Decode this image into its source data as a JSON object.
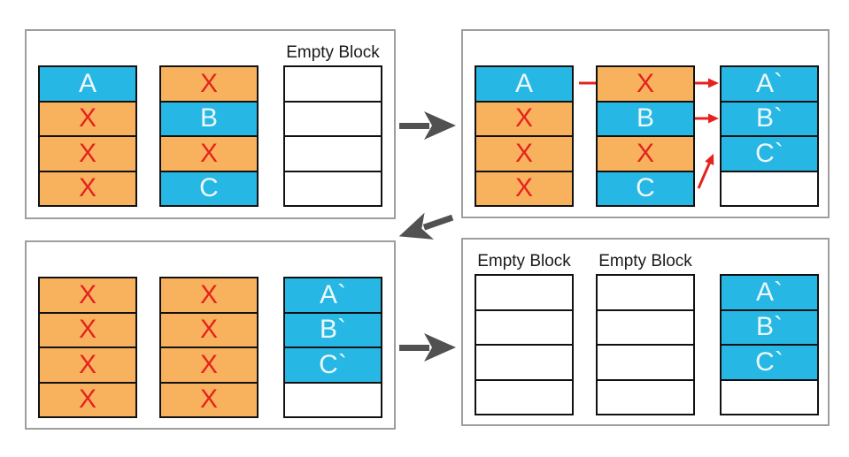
{
  "colors": {
    "valid_block": "#27b7e4",
    "invalid_block": "#f8b25e",
    "empty_cell": "#ffffff",
    "block_letter": "#edf8fb",
    "invalid_x": "#e5231e",
    "red_arrow": "#e5231e",
    "gray_arrow": "#515151",
    "panel_border": "#9e9e9e",
    "cell_border": "#111111"
  },
  "empty_block_label": "Empty Block",
  "panels": [
    {
      "name": "top-left",
      "columns": [
        {
          "label": "",
          "cells": [
            {
              "text": "A",
              "state": "valid"
            },
            {
              "text": "X",
              "state": "invalid"
            },
            {
              "text": "X",
              "state": "invalid"
            },
            {
              "text": "X",
              "state": "invalid"
            }
          ]
        },
        {
          "label": "",
          "cells": [
            {
              "text": "X",
              "state": "invalid"
            },
            {
              "text": "B",
              "state": "valid"
            },
            {
              "text": "X",
              "state": "invalid"
            },
            {
              "text": "C",
              "state": "valid"
            }
          ]
        },
        {
          "label": "Empty Block",
          "cells": [
            {
              "text": "",
              "state": "empty"
            },
            {
              "text": "",
              "state": "empty"
            },
            {
              "text": "",
              "state": "empty"
            },
            {
              "text": "",
              "state": "empty"
            }
          ]
        }
      ]
    },
    {
      "name": "top-right",
      "copy_arrows": [
        {
          "from": "A",
          "to": "A`"
        },
        {
          "from": "B",
          "to": "B`"
        },
        {
          "from": "C",
          "to": "C`"
        }
      ],
      "columns": [
        {
          "label": "",
          "cells": [
            {
              "text": "A",
              "state": "valid"
            },
            {
              "text": "X",
              "state": "invalid"
            },
            {
              "text": "X",
              "state": "invalid"
            },
            {
              "text": "X",
              "state": "invalid"
            }
          ]
        },
        {
          "label": "",
          "cells": [
            {
              "text": "X",
              "state": "invalid"
            },
            {
              "text": "B",
              "state": "valid"
            },
            {
              "text": "X",
              "state": "invalid"
            },
            {
              "text": "C",
              "state": "valid"
            }
          ]
        },
        {
          "label": "",
          "cells": [
            {
              "text": "A`",
              "state": "valid"
            },
            {
              "text": "B`",
              "state": "valid"
            },
            {
              "text": "C`",
              "state": "valid"
            },
            {
              "text": "",
              "state": "empty"
            }
          ]
        }
      ]
    },
    {
      "name": "bottom-left",
      "columns": [
        {
          "label": "",
          "cells": [
            {
              "text": "X",
              "state": "invalid"
            },
            {
              "text": "X",
              "state": "invalid"
            },
            {
              "text": "X",
              "state": "invalid"
            },
            {
              "text": "X",
              "state": "invalid"
            }
          ]
        },
        {
          "label": "",
          "cells": [
            {
              "text": "X",
              "state": "invalid"
            },
            {
              "text": "X",
              "state": "invalid"
            },
            {
              "text": "X",
              "state": "invalid"
            },
            {
              "text": "X",
              "state": "invalid"
            }
          ]
        },
        {
          "label": "",
          "cells": [
            {
              "text": "A`",
              "state": "valid"
            },
            {
              "text": "B`",
              "state": "valid"
            },
            {
              "text": "C`",
              "state": "valid"
            },
            {
              "text": "",
              "state": "empty"
            }
          ]
        }
      ]
    },
    {
      "name": "bottom-right",
      "columns": [
        {
          "label": "Empty Block",
          "cells": [
            {
              "text": "",
              "state": "empty"
            },
            {
              "text": "",
              "state": "empty"
            },
            {
              "text": "",
              "state": "empty"
            },
            {
              "text": "",
              "state": "empty"
            }
          ]
        },
        {
          "label": "Empty Block",
          "cells": [
            {
              "text": "",
              "state": "empty"
            },
            {
              "text": "",
              "state": "empty"
            },
            {
              "text": "",
              "state": "empty"
            },
            {
              "text": "",
              "state": "empty"
            }
          ]
        },
        {
          "label": "",
          "cells": [
            {
              "text": "A`",
              "state": "valid"
            },
            {
              "text": "B`",
              "state": "valid"
            },
            {
              "text": "C`",
              "state": "valid"
            },
            {
              "text": "",
              "state": "empty"
            }
          ]
        }
      ]
    }
  ],
  "step_arrows": [
    {
      "from_panel": "top-left",
      "to_panel": "top-right",
      "direction": "right"
    },
    {
      "from_panel": "top-right",
      "to_panel": "bottom-left",
      "direction": "down-left"
    },
    {
      "from_panel": "bottom-left",
      "to_panel": "bottom-right",
      "direction": "right"
    }
  ]
}
